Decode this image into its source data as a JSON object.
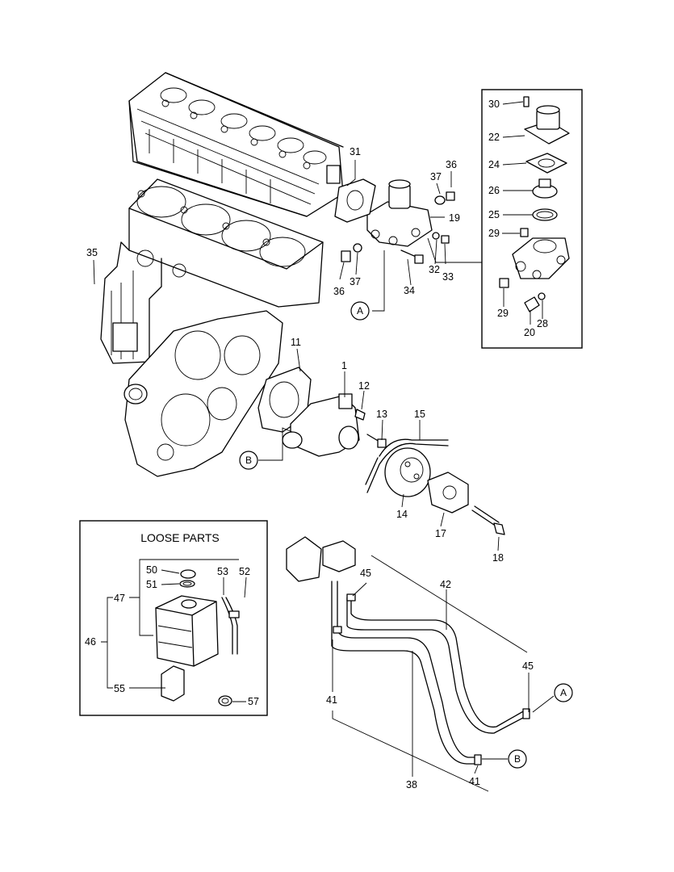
{
  "loose_parts_title": "LOOSE PARTS",
  "ref_markers": [
    "A",
    "B",
    "A",
    "B"
  ],
  "callouts": [
    "30",
    "22",
    "24",
    "26",
    "25",
    "29",
    "29",
    "20",
    "28",
    "19",
    "37",
    "36",
    "36",
    "37",
    "32",
    "33",
    "34",
    "31",
    "35",
    "11",
    "1",
    "12",
    "13",
    "15",
    "14",
    "17",
    "18",
    "45",
    "42",
    "45",
    "41",
    "41",
    "38",
    "50",
    "51",
    "47",
    "46",
    "53",
    "52",
    "55",
    "57"
  ]
}
